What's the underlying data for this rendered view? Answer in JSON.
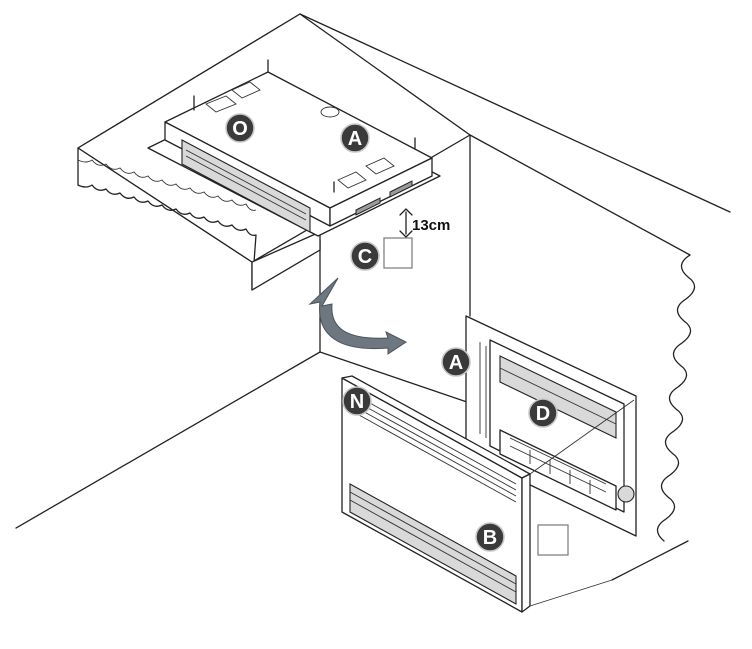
{
  "labels": {
    "o": "O",
    "a_top": "A",
    "c": "C",
    "a_side": "A",
    "d": "D",
    "n": "N",
    "b": "B"
  },
  "dimension": "13cm",
  "colors": {
    "badge_fill": "#3a3a3a",
    "arrow_fill": "#6e7780",
    "line": "#222222"
  }
}
